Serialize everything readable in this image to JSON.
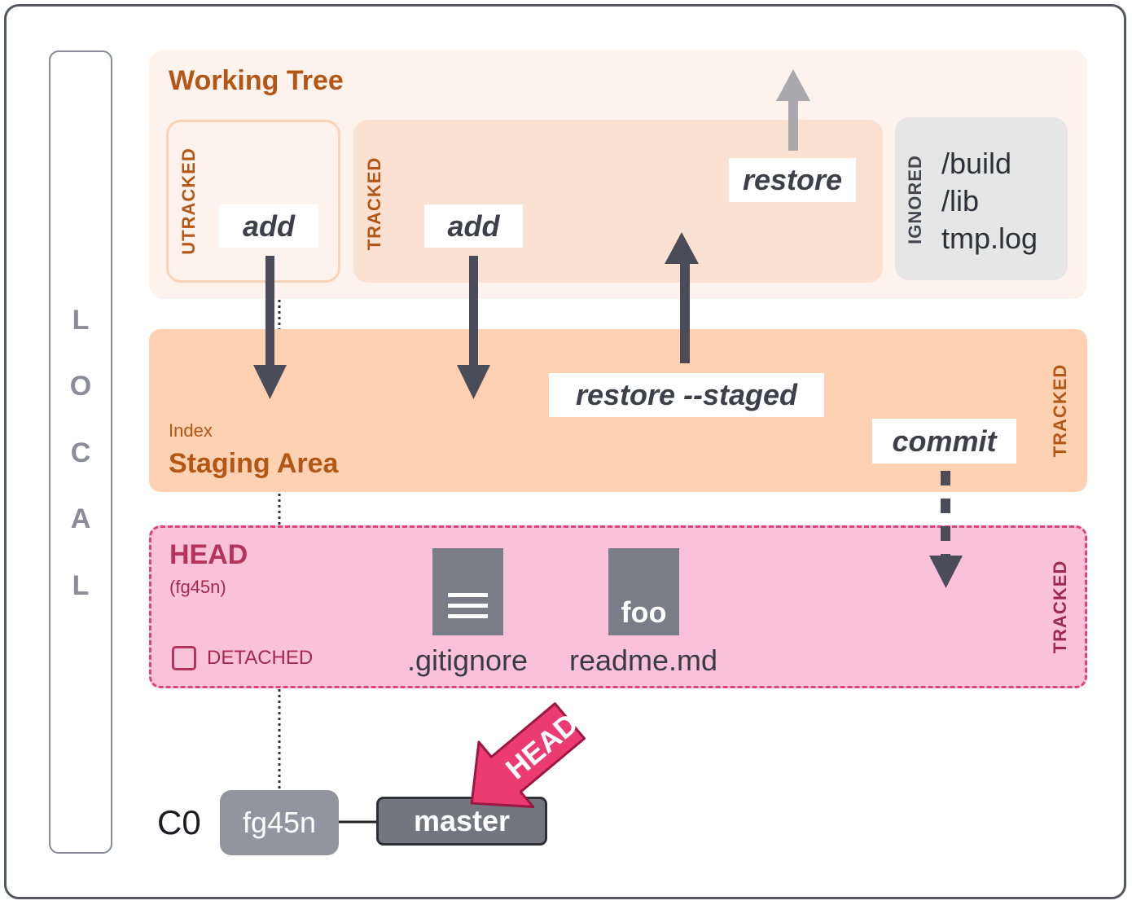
{
  "local": {
    "letters": [
      "L",
      "O",
      "C",
      "A",
      "L"
    ]
  },
  "working_tree": {
    "title": "Working Tree",
    "untracked_label": "UTRACKED",
    "tracked_label": "TRACKED",
    "ignored_label": "IGNORED",
    "ignored_items": [
      "/build",
      "/lib",
      "tmp.log"
    ]
  },
  "commands": {
    "add_untracked": "add",
    "add_tracked": "add",
    "restore": "restore",
    "restore_staged": "restore --staged",
    "commit": "commit"
  },
  "staging": {
    "index_label": "Index",
    "title": "Staging Area",
    "tracked_label": "TRACKED"
  },
  "head": {
    "title": "HEAD",
    "hash": "(fg45n)",
    "detached_label": "DETACHED",
    "tracked_label": "TRACKED",
    "files": [
      {
        "name": ".gitignore",
        "icon": "lines-icon",
        "icon_text": ""
      },
      {
        "name": "readme.md",
        "icon": "text-file-icon",
        "icon_text": "foo"
      }
    ]
  },
  "commit_graph": {
    "commit_label": "C0",
    "commit_hash": "fg45n",
    "branch": "master",
    "head_pointer": "HEAD"
  },
  "colors": {
    "working_tree_accent": "#b45616",
    "head_accent": "#e0427c",
    "head_pointer": "#ec3a73",
    "arrow": "#4b4c59"
  }
}
